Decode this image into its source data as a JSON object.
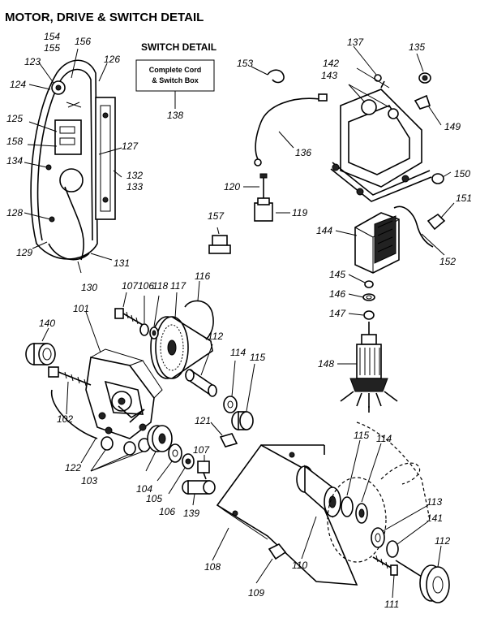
{
  "title": "MOTOR, DRIVE & SWITCH DETAIL",
  "switch_detail": {
    "heading": "SWITCH DETAIL",
    "box_line1": "Complete Cord",
    "box_line2": "& Switch Box"
  },
  "callouts": {
    "p101": "101",
    "p102": "102",
    "p103": "103",
    "p104": "104",
    "p105": "105",
    "p106a": "106",
    "p106b": "106",
    "p107a": "107",
    "p107b": "107",
    "p108": "108",
    "p109": "109",
    "p110": "110",
    "p111": "111",
    "p112a": "112",
    "p112b": "112",
    "p113": "113",
    "p114a": "114",
    "p114b": "114",
    "p115a": "115",
    "p115b": "115",
    "p116": "116",
    "p117": "117",
    "p118": "118",
    "p119": "119",
    "p120": "120",
    "p121": "121",
    "p122": "122",
    "p123": "123",
    "p124": "124",
    "p125": "125",
    "p126": "126",
    "p127": "127",
    "p128": "128",
    "p129": "129",
    "p130": "130",
    "p131": "131",
    "p132": "132",
    "p133": "133",
    "p134": "134",
    "p135": "135",
    "p136": "136",
    "p137": "137",
    "p138": "138",
    "p139": "139",
    "p140": "140",
    "p141": "141",
    "p142": "142",
    "p143": "143",
    "p144": "144",
    "p145": "145",
    "p146": "146",
    "p147": "147",
    "p148": "148",
    "p149": "149",
    "p150": "150",
    "p151": "151",
    "p152": "152",
    "p153": "153",
    "p154": "154",
    "p155": "155",
    "p156": "156",
    "p157": "157",
    "p158": "158"
  }
}
